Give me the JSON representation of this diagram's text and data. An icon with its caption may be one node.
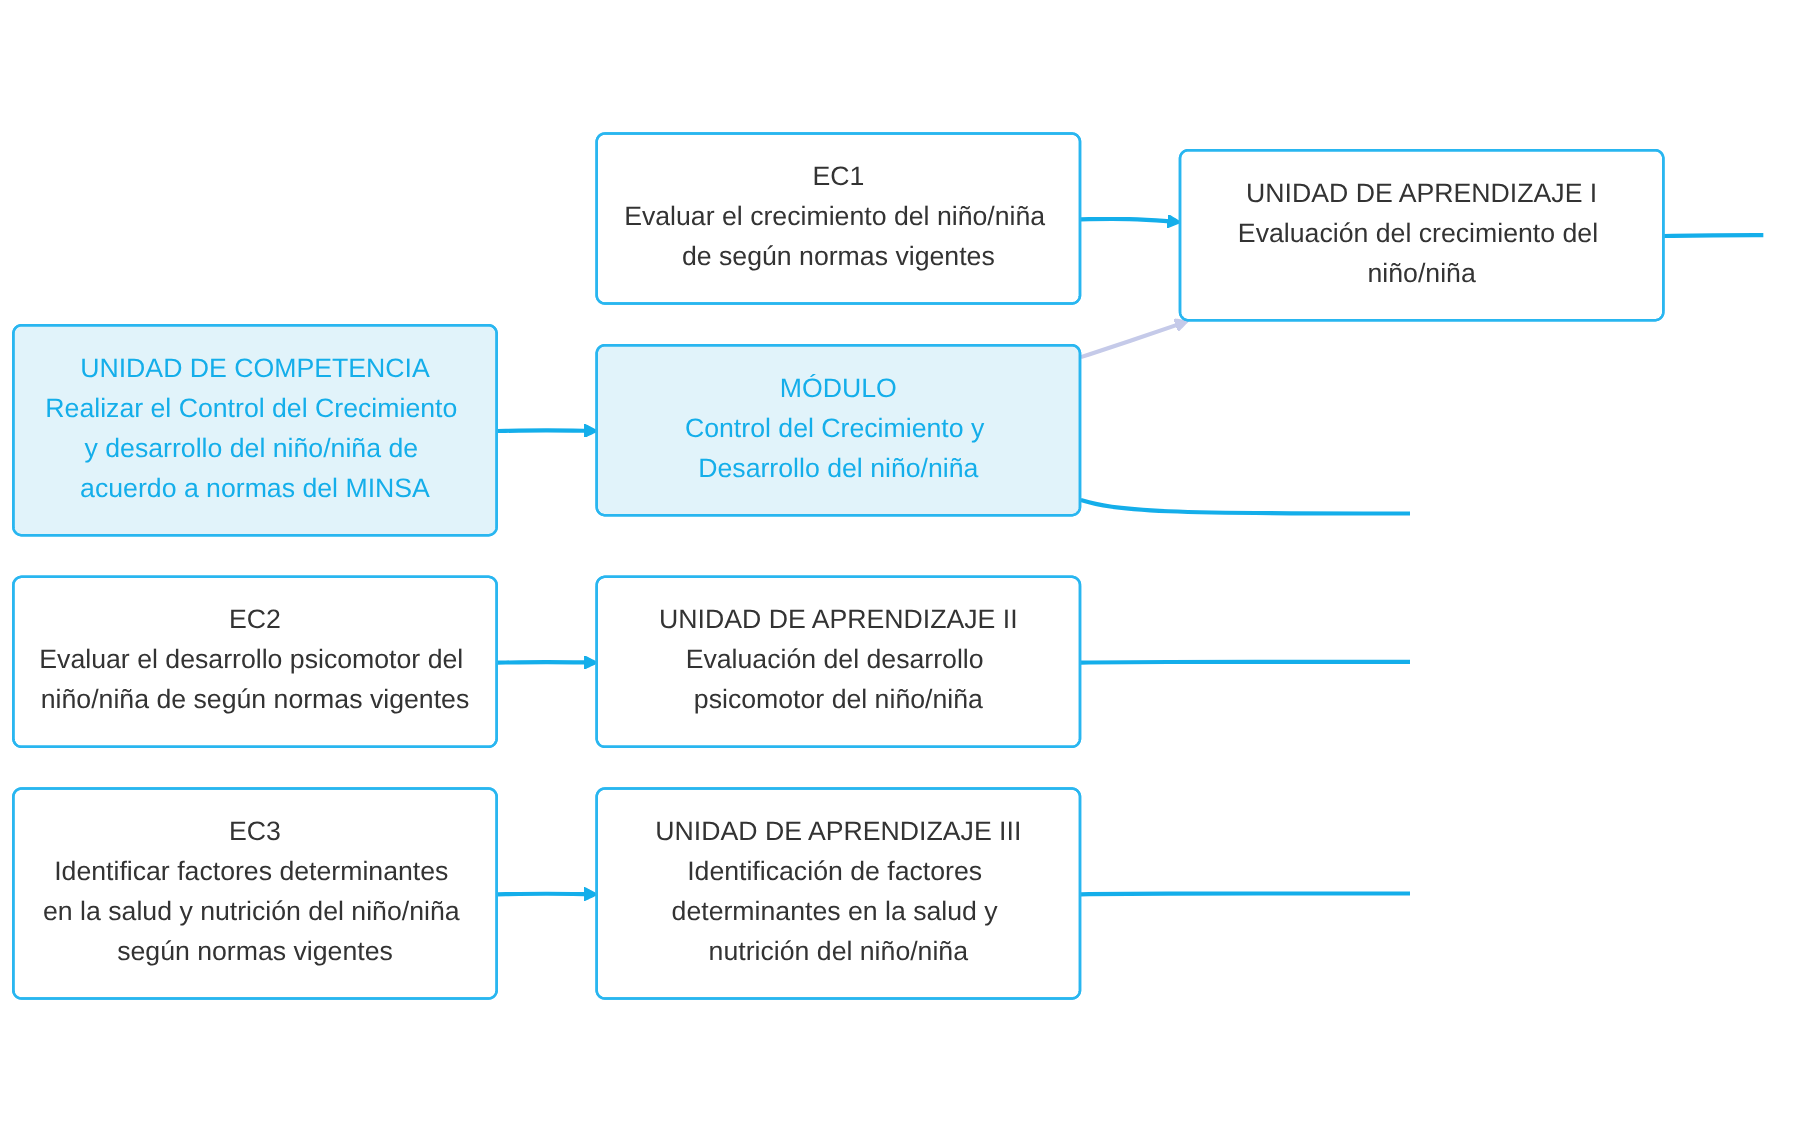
{
  "diagram": {
    "nodes": [
      {
        "text": [
          "UNIDAD DE COMPETENCIA",
          "Realizar el Control del Crecimiento y desarrollo del niño/niña de acuerdo a normas del MINSA"
        ]
      },
      {
        "text": [
          "MÓDULO",
          "Control del Crecimiento y Desarrollo del niño/niña"
        ]
      },
      {
        "text": [
          "EC1",
          "Evaluar el crecimiento del niño/niña de según normas vigentes"
        ]
      },
      {
        "text": [
          "UNIDAD DE APRENDIZAJE I",
          "Evaluación del crecimiento del niño/niña"
        ]
      },
      {
        "text": [
          "EC2",
          "Evaluar el desarrollo psicomotor del niño/niña de según normas vigentes"
        ]
      },
      {
        "text": [
          "UNIDAD DE APRENDIZAJE II",
          "Evaluación del desarrollo psicomotor del niño/niña"
        ]
      },
      {
        "text": [
          "EC3",
          "Identificar factores determinantes en la salud y nutrición del niño/niña según normas vigentes"
        ]
      },
      {
        "text": [
          "UNIDAD DE APRENDIZAJE III",
          "Identificación de factores determinantes en la salud y nutrición del niño/niña"
        ]
      }
    ],
    "edges": [
      {
        "from": 0,
        "to": 1,
        "arrow": "to"
      },
      {
        "from": 1,
        "to": 3,
        "arrow": "to",
        "color": "#c5cae9"
      },
      {
        "from": 2,
        "to": 3,
        "arrow": "to"
      },
      {
        "from": 4,
        "to": 5,
        "arrow": "to"
      },
      {
        "from": 6,
        "to": 7,
        "arrow": "to"
      },
      {
        "from": 1,
        "to": null,
        "arrow": "none"
      },
      {
        "from": 3,
        "to": null,
        "arrow": "none"
      },
      {
        "from": 5,
        "to": null,
        "arrow": "none"
      },
      {
        "from": 7,
        "to": null,
        "arrow": "none"
      }
    ]
  }
}
